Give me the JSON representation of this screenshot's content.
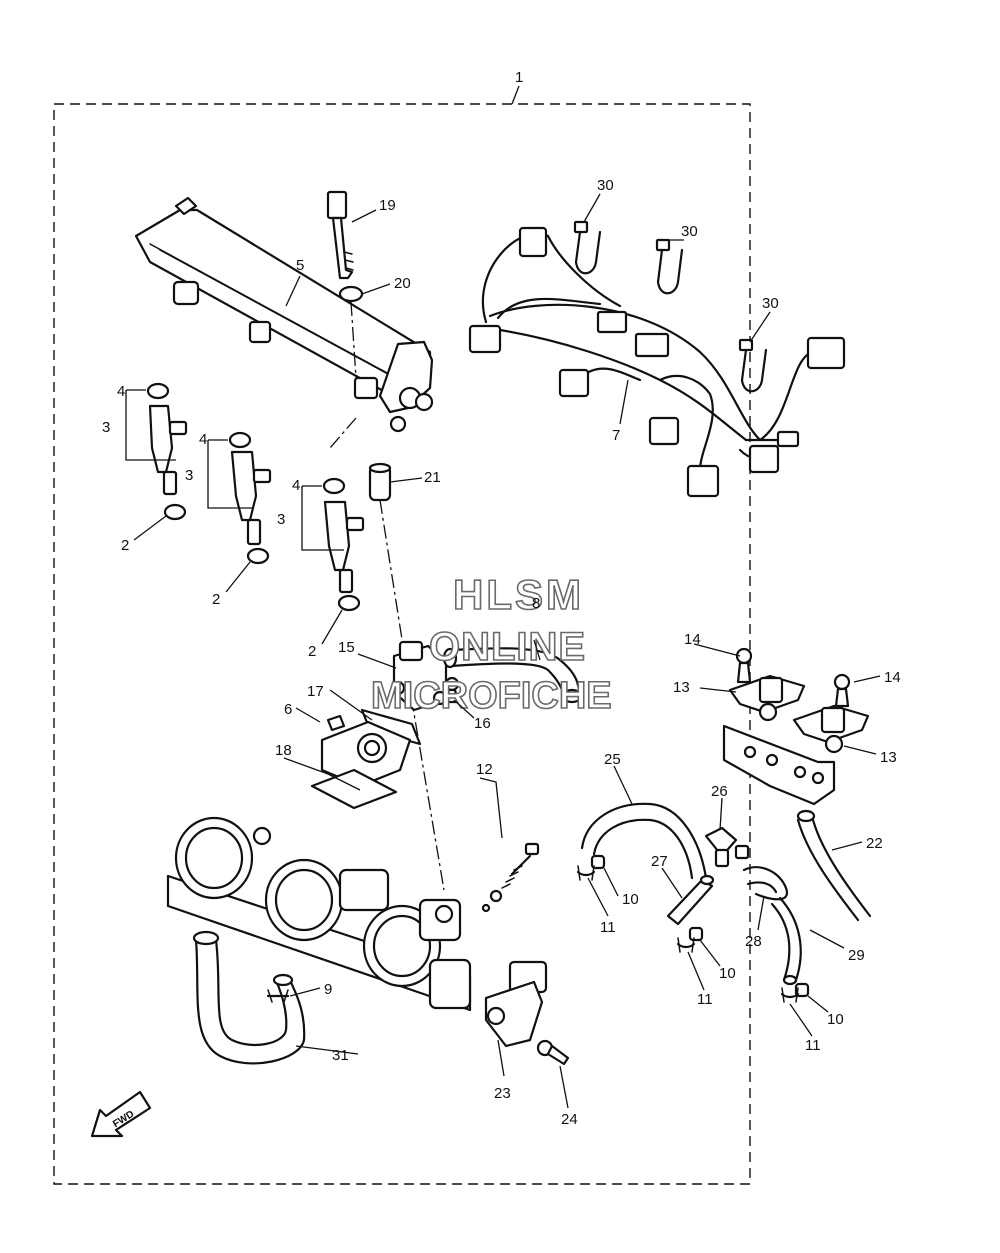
{
  "watermark": {
    "line1": "HLSM",
    "line2": "ONLINE",
    "line3": "MICROFICHE"
  },
  "fwd_label": "FWD",
  "callouts": {
    "c1": "1",
    "c2a": "2",
    "c2b": "2",
    "c2c": "2",
    "c3a": "3",
    "c3b": "3",
    "c3c": "3",
    "c4a": "4",
    "c4b": "4",
    "c4c": "4",
    "c5": "5",
    "c6": "6",
    "c7": "7",
    "c8": "8",
    "c9": "9",
    "c10a": "10",
    "c10b": "10",
    "c10c": "10",
    "c11a": "11",
    "c11b": "11",
    "c11c": "11",
    "c12": "12",
    "c13a": "13",
    "c13b": "13",
    "c14a": "14",
    "c14b": "14",
    "c15": "15",
    "c16": "16",
    "c17": "17",
    "c18": "18",
    "c19": "19",
    "c20": "20",
    "c21": "21",
    "c22": "22",
    "c23": "23",
    "c24": "24",
    "c25": "25",
    "c26": "26",
    "c27": "27",
    "c28": "28",
    "c29": "29",
    "c30a": "30",
    "c30b": "30",
    "c30c": "30",
    "c31": "31"
  }
}
